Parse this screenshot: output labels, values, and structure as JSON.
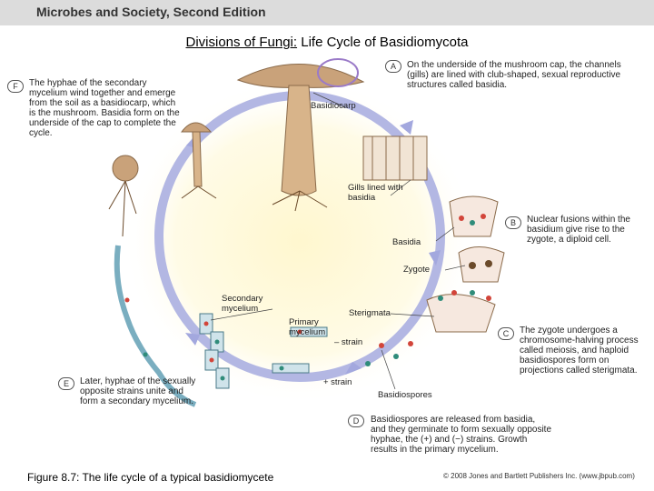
{
  "header": {
    "text": "Microbes and Society, Second Edition"
  },
  "title": {
    "underlined": "Divisions of Fungi:",
    "rest": " Life Cycle of Basidiomycota"
  },
  "caption": "Figure 8.7: The life cycle of a typical basidiomycete",
  "copyright": "© 2008 Jones and Bartlett Publishers Inc. (www.jbpub.com)",
  "steps": [
    {
      "letter": "A",
      "text": "On the underside of the mushroom cap, the channels (gills) are lined with club-shaped, sexual reproductive structures called basidia."
    },
    {
      "letter": "B",
      "text": "Nuclear fusions within the basidium give rise to the zygote, a diploid cell."
    },
    {
      "letter": "C",
      "text": "The zygote undergoes a chromosome-halving process called meiosis, and haploid basidiospores form on projections called sterigmata."
    },
    {
      "letter": "D",
      "text": "Basidiospores are released from basidia, and they germinate to form sexually opposite hyphae, the (+) and (−) strains. Growth results in the primary mycelium."
    },
    {
      "letter": "E",
      "text": "Later, hyphae of the sexually opposite strains unite and form a secondary mycelium."
    },
    {
      "letter": "F",
      "text": "The hyphae of the secondary mycelium wind together and emerge from the soil as a basidiocarp, which is the mushroom. Basidia form on the underside of the cap to complete the cycle."
    }
  ],
  "labels": {
    "basidiocarp": "Basidiocarp",
    "gills": "Gills lined with basidia",
    "basidia": "Basidia",
    "zygote": "Zygote",
    "sterigmata": "Sterigmata",
    "basidiospores": "Basidiospores",
    "secondary": "Secondary mycelium",
    "primary": "Primary mycelium",
    "minus_strain": "– strain",
    "plus_strain": "+ strain"
  },
  "colors": {
    "cycle": "#b3b7e3",
    "background": "#fff8d6",
    "mushroom": "#c9a27a",
    "nucleus_red": "#d2453a",
    "nucleus_teal": "#2f8c7a"
  }
}
